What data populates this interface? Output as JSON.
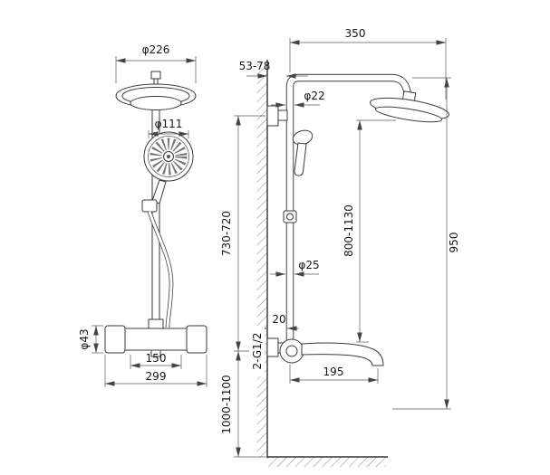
{
  "front_view": {
    "head_diameter": "φ226",
    "hand_shower_diameter": "φ111",
    "valve_body_diameter": "φ43",
    "inlet_spacing": "150",
    "valve_width": "299"
  },
  "side_view": {
    "arm_reach": "350",
    "wall_clearance": "53-78",
    "arm_pipe_diameter": "φ22",
    "slide_bar_height": "730-720",
    "head_height_range": "800-1130",
    "column_height": "950",
    "riser_pipe_diameter": "φ25",
    "supply_offset": "20",
    "thread_spec": "2-G1/2",
    "spout_reach": "195",
    "install_height": "1000-1100"
  }
}
